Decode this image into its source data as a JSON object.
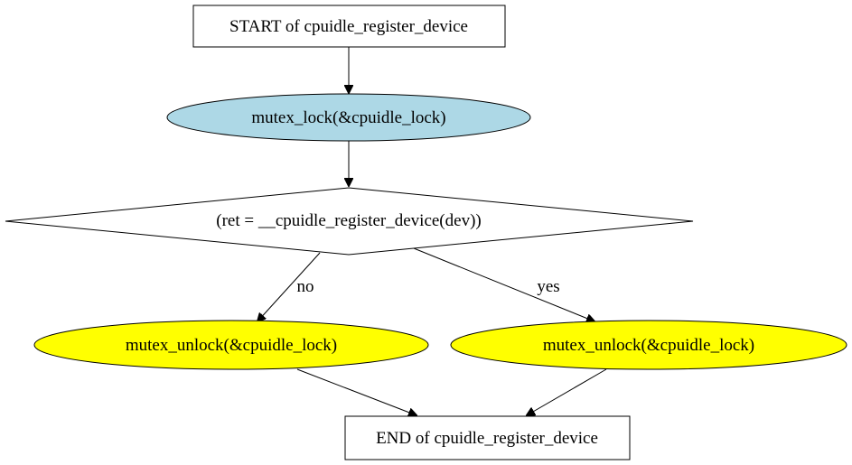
{
  "diagram": {
    "nodes": {
      "start": {
        "label": "START of cpuidle_register_device",
        "shape": "box",
        "fill": "#ffffff"
      },
      "lock": {
        "label": "mutex_lock(&cpuidle_lock)",
        "shape": "ellipse",
        "fill": "#add8e6"
      },
      "decision": {
        "label": "(ret = __cpuidle_register_device(dev))",
        "shape": "diamond",
        "fill": "#ffffff"
      },
      "unlock_no": {
        "label": "mutex_unlock(&cpuidle_lock)",
        "shape": "ellipse",
        "fill": "#ffff00"
      },
      "unlock_yes": {
        "label": "mutex_unlock(&cpuidle_lock)",
        "shape": "ellipse",
        "fill": "#ffff00"
      },
      "end": {
        "label": "END of cpuidle_register_device",
        "shape": "box",
        "fill": "#ffffff"
      }
    },
    "edges": {
      "start_to_lock": {
        "from": "start",
        "to": "lock",
        "label": ""
      },
      "lock_to_decision": {
        "from": "lock",
        "to": "decision",
        "label": ""
      },
      "decision_no": {
        "from": "decision",
        "to": "unlock_no",
        "label": "no"
      },
      "decision_yes": {
        "from": "decision",
        "to": "unlock_yes",
        "label": "yes"
      },
      "unlock_no_to_end": {
        "from": "unlock_no",
        "to": "end",
        "label": ""
      },
      "unlock_yes_to_end": {
        "from": "unlock_yes",
        "to": "end",
        "label": ""
      }
    }
  }
}
